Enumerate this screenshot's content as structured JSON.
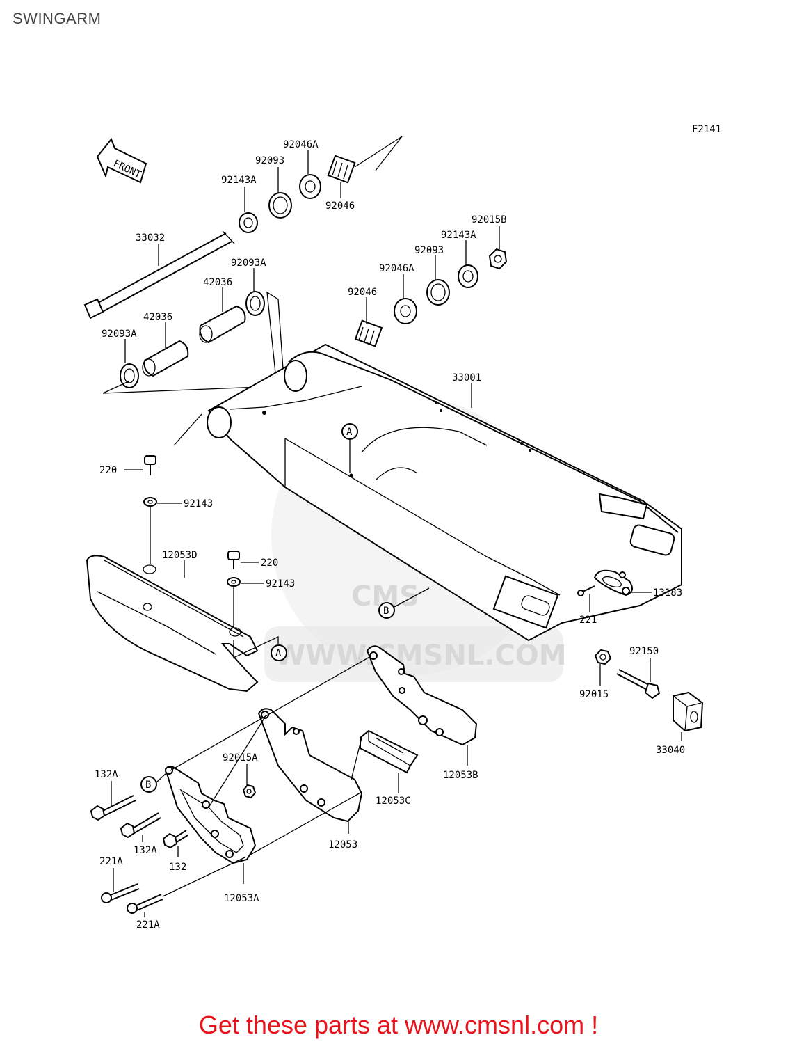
{
  "page": {
    "title": "SWINGARM",
    "figure_code": "F2141",
    "front_label": "FRONT",
    "footer": "Get these parts at www.cmsnl.com !"
  },
  "watermark": {
    "logo": "CMS",
    "url": "WWW.CMSNL.COM"
  },
  "callouts": {
    "c92046A_top": "92046A",
    "c92093_top": "92093",
    "c92143A_top": "92143A",
    "c92046_top": "92046",
    "c33032": "33032",
    "c92015B": "92015B",
    "c92143A_r": "92143A",
    "c92093_r": "92093",
    "c92046A_r": "92046A",
    "c92046_r": "92046",
    "c92093A_mid": "92093A",
    "c42036_a": "42036",
    "c42036_b": "42036",
    "c92093A_left": "92093A",
    "c33001": "33001",
    "c220_a": "220",
    "c92143_a": "92143",
    "c12053D": "12053D",
    "c220_b": "220",
    "c92143_b": "92143",
    "c13183": "13183",
    "c221": "221",
    "c92150": "92150",
    "c92015": "92015",
    "c33040": "33040",
    "c12053B": "12053B",
    "c92015A": "92015A",
    "c132A_a": "132A",
    "c132A_b": "132A",
    "c132": "132",
    "c12053C": "12053C",
    "c12053": "12053",
    "c221A_a": "221A",
    "c221A_b": "221A",
    "c12053A": "12053A",
    "ref_A1": "A",
    "ref_A2": "A",
    "ref_B1": "B",
    "ref_B2": "B"
  }
}
